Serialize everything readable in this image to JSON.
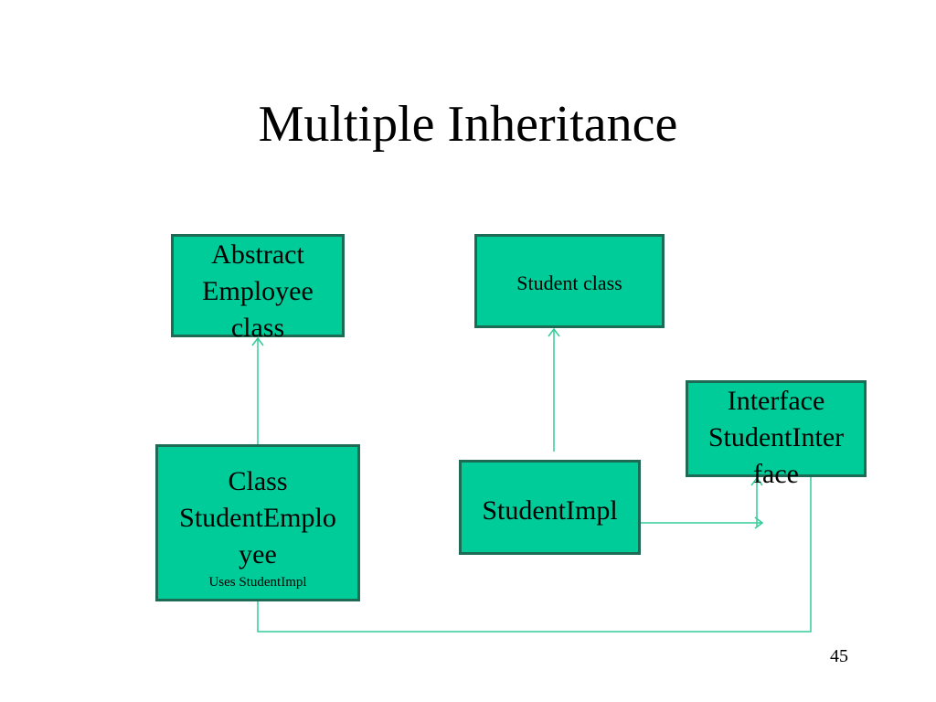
{
  "slide": {
    "title": "Multiple Inheritance",
    "page_number": "45"
  },
  "boxes": {
    "abstract_employee": {
      "lines": [
        "Abstract",
        "Employee",
        "class"
      ]
    },
    "student_class": {
      "label": "Student class"
    },
    "interface": {
      "lines": [
        "Interface",
        "StudentInter",
        "face"
      ]
    },
    "student_employee": {
      "lines": [
        "Class",
        "StudentEmplo",
        "yee"
      ],
      "note": "Uses  StudentImpl"
    },
    "student_impl": {
      "label": "StudentImpl"
    }
  },
  "colors": {
    "box_fill": "#00cc99",
    "box_border": "#1e6b55",
    "connector": "#33cc99"
  }
}
